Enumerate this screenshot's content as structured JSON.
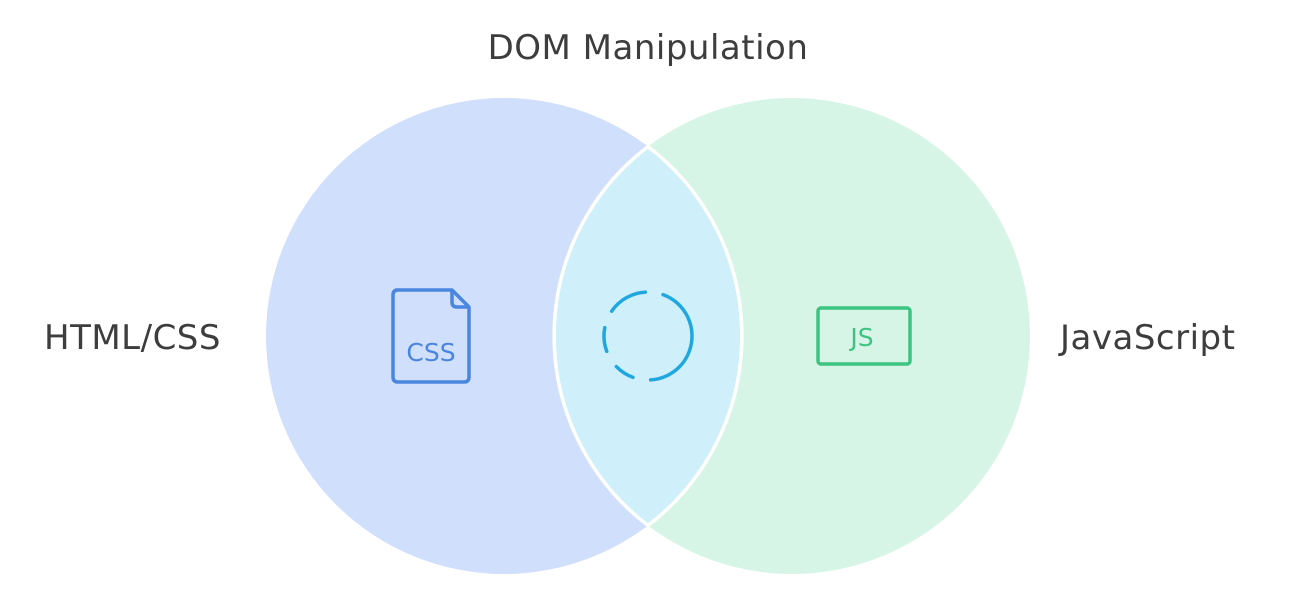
{
  "diagram": {
    "type": "venn",
    "sets": [
      {
        "id": "left",
        "label": "HTML/CSS",
        "icon": "css-file-icon",
        "icon_text": "CSS",
        "fill": "#d0dffb",
        "icon_color": "#4a86e0"
      },
      {
        "id": "right",
        "label": "JavaScript",
        "icon": "js-badge-icon",
        "icon_text": "JS",
        "fill": "#d6f5e6",
        "icon_color": "#3cc481"
      }
    ],
    "intersection": {
      "label": "DOM Manipulation",
      "icon": "dashed-circle-icon",
      "fill": "#cfeffb",
      "icon_color": "#1fa8e0"
    },
    "divider_color": "#ffffff"
  }
}
